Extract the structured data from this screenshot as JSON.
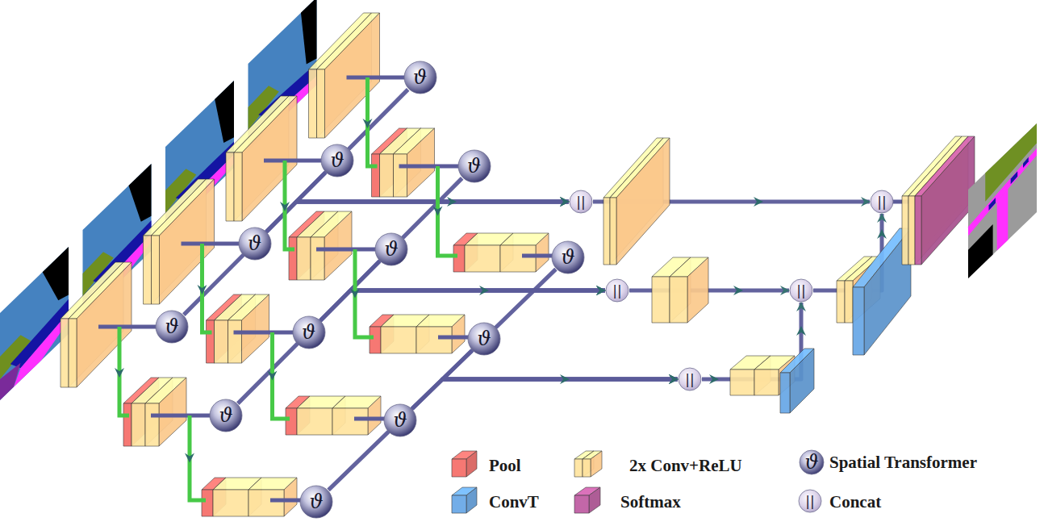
{
  "diagram": {
    "nodes": [
      {
        "text": [
          "ϑ"
        ]
      },
      {
        "text": [
          "ϑ"
        ]
      },
      {
        "text": [
          "ϑ"
        ]
      },
      {
        "text": [
          "ϑ"
        ]
      },
      {
        "text": [
          "ϑ"
        ]
      },
      {
        "text": [
          "ϑ"
        ]
      },
      {
        "text": [
          "ϑ"
        ]
      },
      {
        "text": [
          "ϑ"
        ]
      },
      {
        "text": [
          "ϑ"
        ]
      },
      {
        "text": [
          "ϑ"
        ]
      },
      {
        "text": [
          "ϑ"
        ]
      },
      {
        "text": [
          "ϑ"
        ]
      },
      {
        "text": [
          "||"
        ]
      },
      {
        "text": [
          "||"
        ]
      },
      {
        "text": [
          "||"
        ]
      },
      {
        "text": [
          "||"
        ]
      },
      {
        "text": [
          "||"
        ]
      }
    ],
    "edges": [
      {
        "from": 0,
        "to": 12,
        "arrow": "to"
      },
      {
        "from": 1,
        "to": 12,
        "arrow": "to"
      },
      {
        "from": 2,
        "to": 12,
        "arrow": "to"
      },
      {
        "from": 3,
        "to": 12,
        "arrow": "to"
      },
      {
        "from": 4,
        "to": 13,
        "arrow": "to"
      },
      {
        "from": 5,
        "to": 13,
        "arrow": "to"
      },
      {
        "from": 6,
        "to": 13,
        "arrow": "to"
      },
      {
        "from": 7,
        "to": 13,
        "arrow": "to"
      },
      {
        "from": 8,
        "to": 14,
        "arrow": "to"
      },
      {
        "from": 9,
        "to": 14,
        "arrow": "to"
      },
      {
        "from": 10,
        "to": 14,
        "arrow": "to"
      },
      {
        "from": 11,
        "to": 14,
        "arrow": "to"
      },
      {
        "from": 12,
        "to": 16,
        "arrow": "to"
      },
      {
        "from": 13,
        "to": 15,
        "arrow": "to"
      },
      {
        "from": 14,
        "to": 15,
        "arrow": "to"
      },
      {
        "from": 15,
        "to": 16,
        "arrow": "to"
      }
    ],
    "labels": [
      "ϑ",
      "||"
    ],
    "legend": [
      {
        "text": "Pool",
        "color": "#d9605c"
      },
      {
        "text": "2x Conv+ReLU",
        "color": "#fbc98c"
      },
      {
        "text": "Spatial Transformer"
      },
      {
        "text": "ConvT",
        "color": "#5b93cc"
      },
      {
        "text": "Softmax",
        "color": "#a8508e"
      },
      {
        "text": "Concat"
      }
    ]
  }
}
